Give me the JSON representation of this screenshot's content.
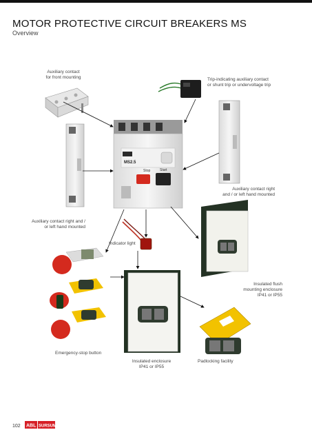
{
  "header": {
    "title": "MOTOR PROTECTIVE CIRCUIT BREAKERS MS",
    "subtitle": "Overview"
  },
  "labels": {
    "aux_front": [
      "Auxiliary contact",
      "for front mounting"
    ],
    "trip_aux": [
      "Trip-indicating auxiliary contact",
      "or shunt trip or undervoltage trip"
    ],
    "aux_right_upper": [
      "Auxiliary contact right",
      "and / or left hand mounted"
    ],
    "aux_left_lower": [
      "Auxiliary contact right and /",
      "or left hand mounted"
    ],
    "indicator": "Indicator light",
    "flush": [
      "Insulated flush",
      "mounting enclosure",
      "IP41 or IP55"
    ],
    "emergency": "Emergency-stop button",
    "enclosure": [
      "Insulated enclosure",
      "IP41 or IP55"
    ],
    "padlock": "Padlocking facility"
  },
  "device_text": {
    "model": "MS2.5",
    "stop": "Stop",
    "start": "Start",
    "brand_mark": "ABL"
  },
  "footer": {
    "page_number": "102",
    "logo_text": "ABL SURSUM"
  },
  "colors": {
    "arrow": "#111111",
    "emergency_red": "#d42a1e",
    "enclosure_yellow": "#f2c200",
    "enclosure_green": "#2f3b2f",
    "logo_red": "#d61f26"
  }
}
